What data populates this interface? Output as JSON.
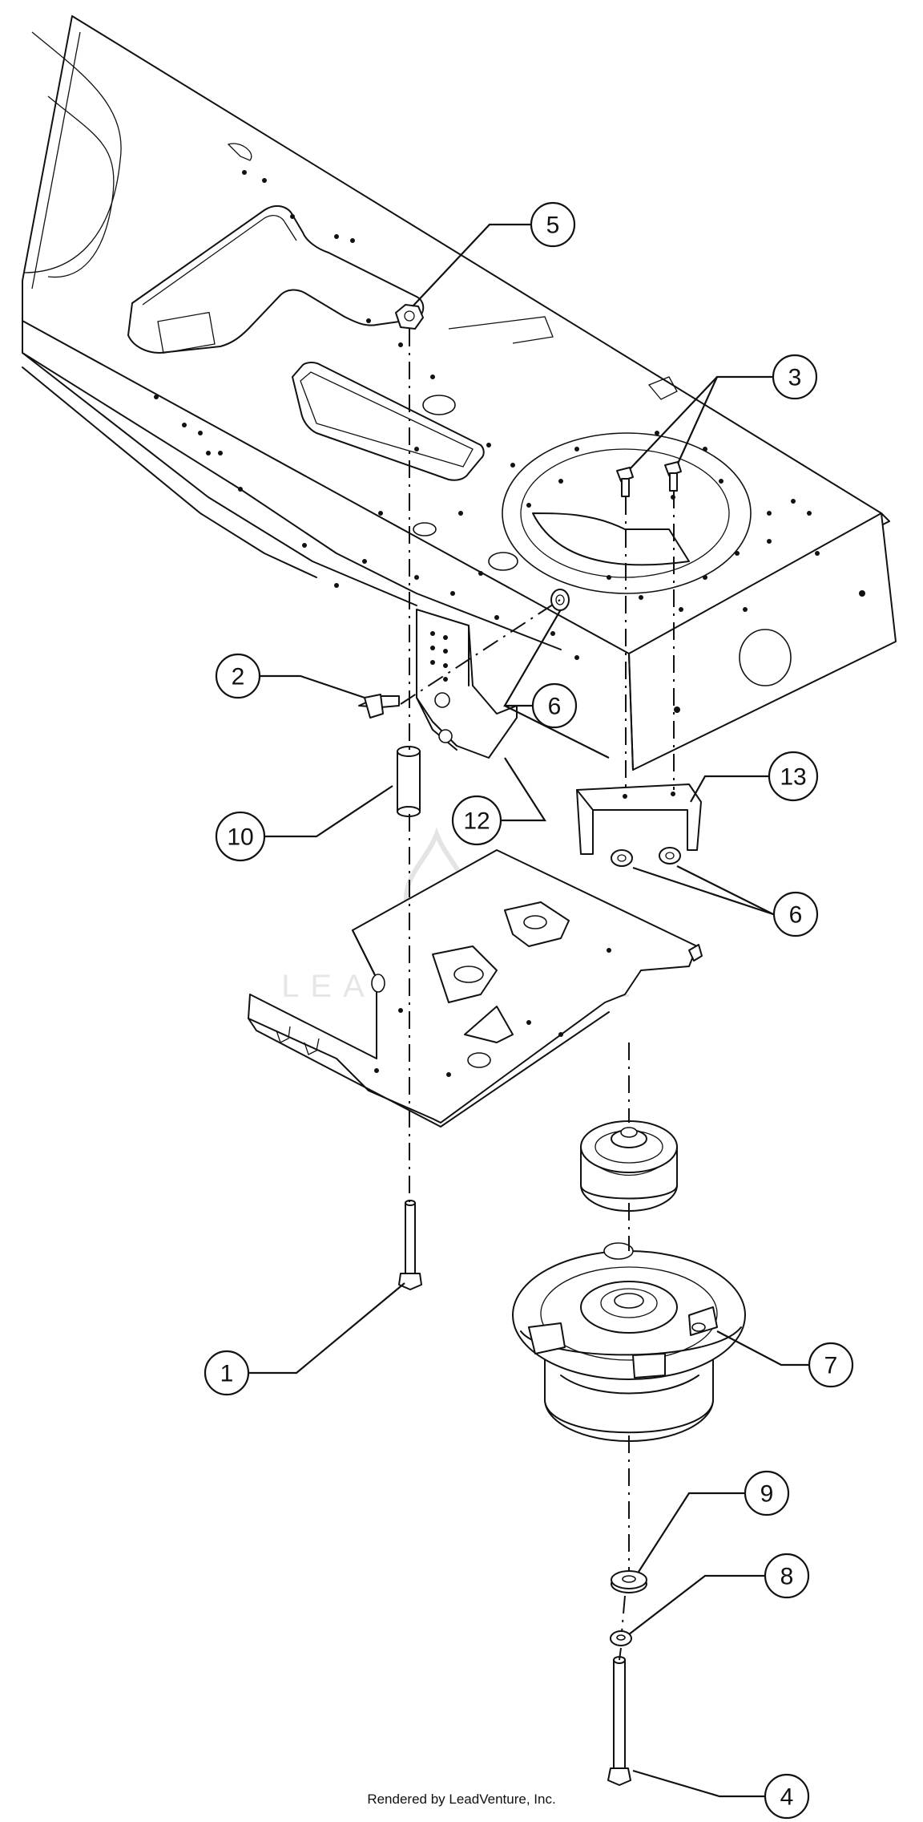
{
  "watermark": "LEADVENTURE",
  "credit": "Rendered by LeadVenture, Inc.",
  "callouts": {
    "c1": "1",
    "c2": "2",
    "c3": "3",
    "c4": "4",
    "c5": "5",
    "c6a": "6",
    "c6b": "6",
    "c7": "7",
    "c8": "8",
    "c9": "9",
    "c10": "10",
    "c12": "12",
    "c13": "13"
  }
}
